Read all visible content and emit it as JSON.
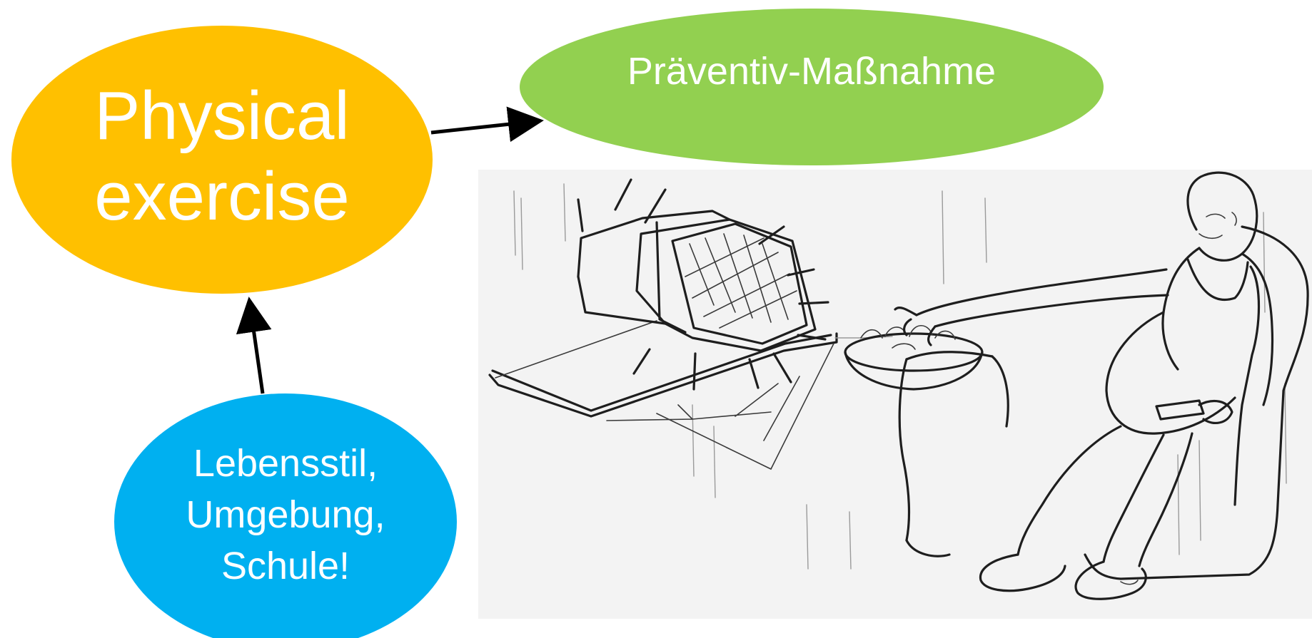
{
  "nodes": {
    "physical_exercise": {
      "label": "Physical\nexercise",
      "color": "#FFC000"
    },
    "praeventiv": {
      "label": "Präventiv-Maßnahme",
      "color": "#92D050"
    },
    "lebensstil": {
      "label": "Lebensstil,\nUmgebung,\nSchule!",
      "color": "#00B0F0"
    }
  },
  "edges": [
    {
      "from": "physical_exercise",
      "to": "praeventiv"
    },
    {
      "from": "lebensstil",
      "to": "physical_exercise"
    }
  ],
  "illustration": {
    "icon": "couch-potato-sketch-icon"
  }
}
